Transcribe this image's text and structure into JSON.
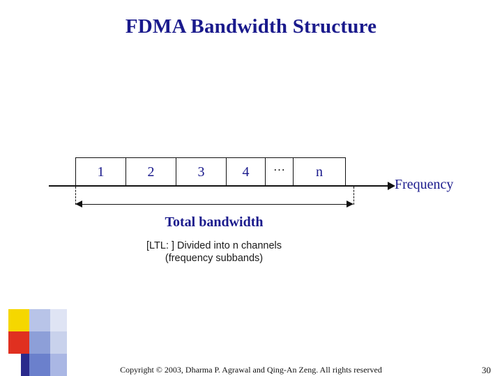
{
  "slide": {
    "title": "FDMA Bandwidth Structure",
    "page_number": "30",
    "copyright": "Copyright © 2003, Dharma P. Agrawal and Qing-An Zeng. All rights reserved"
  },
  "diagram": {
    "channels": [
      {
        "label": "1"
      },
      {
        "label": "2"
      },
      {
        "label": "3"
      },
      {
        "label": "4"
      },
      {
        "label": "…"
      },
      {
        "label": "n"
      }
    ],
    "axis_label": "Frequency",
    "measure_label": "Total bandwidth",
    "caption_line1": "[LTL: ] Divided into n channels",
    "caption_line2": "(frequency subbands)"
  },
  "colors": {
    "title": "#1a1a8c",
    "text_navy": "#1a1a8c",
    "outline": "#111111",
    "accent_yellow": "#f5d700",
    "accent_red": "#e03020",
    "accent_navy": "#2a2a8c"
  }
}
